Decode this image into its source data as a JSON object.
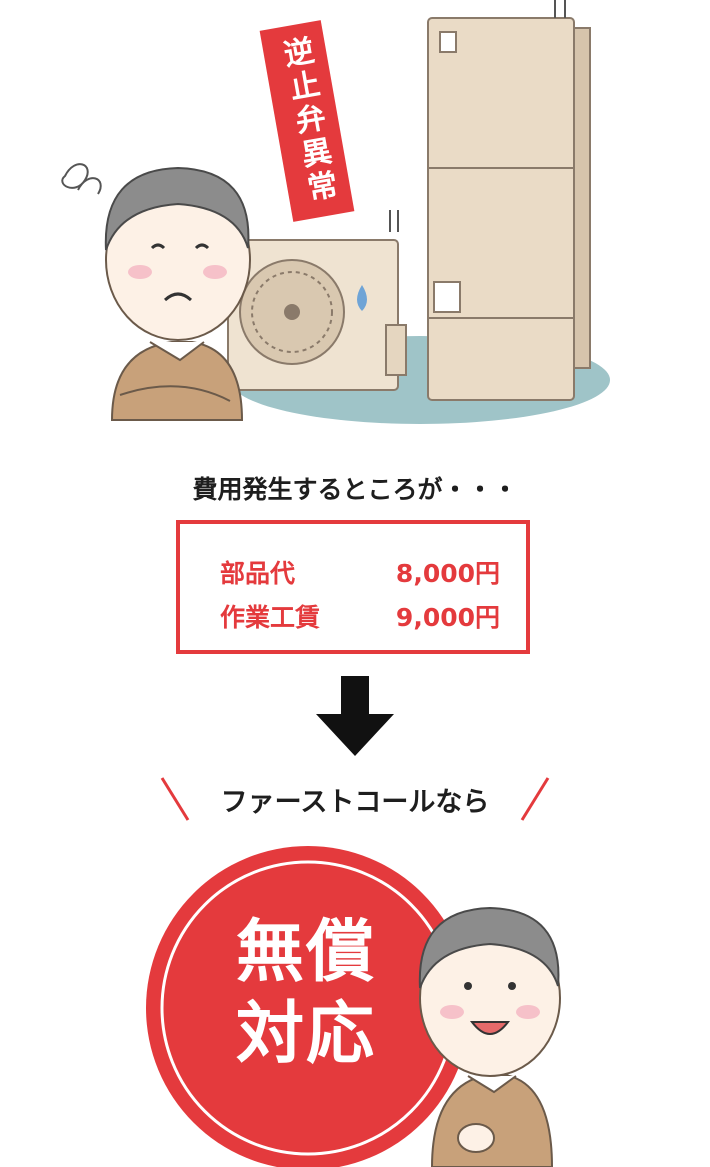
{
  "illustration": {
    "tag_text": "逆止弁異常",
    "colors": {
      "accent": "#e43a3d",
      "unit": "#eadbc6",
      "floor": "#9fc4c8",
      "sweater": "#c8a17a"
    }
  },
  "lead_text": "費用発生するところが・・・",
  "costs": [
    {
      "label": "部品代",
      "value": "8,000円"
    },
    {
      "label": "作業工賃",
      "value": "9,000円"
    }
  ],
  "offer_text": "ファーストコールなら",
  "badge": {
    "line1": "無償",
    "line2": "対応"
  }
}
